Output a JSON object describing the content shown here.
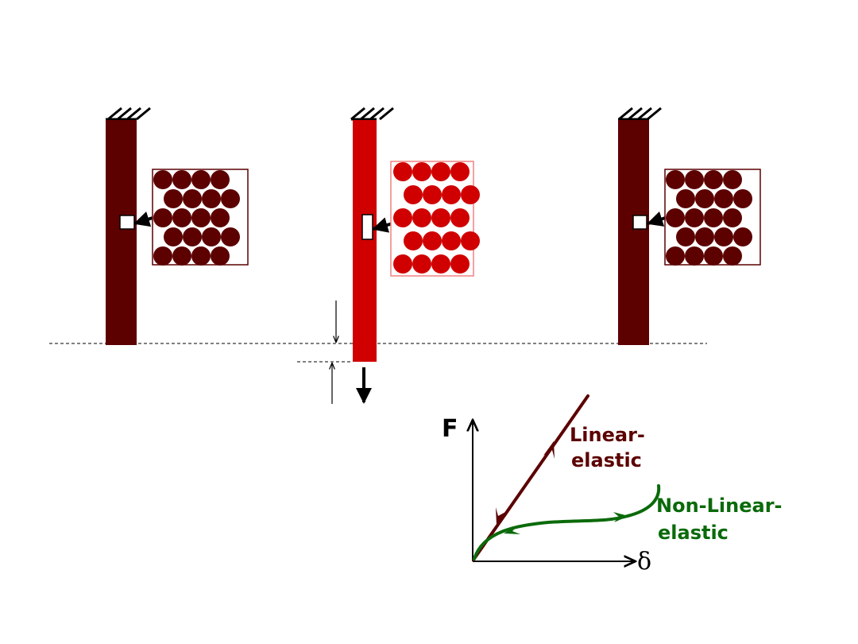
{
  "axes": {
    "y_label": "F",
    "x_label": "δ"
  },
  "curves": {
    "linear": {
      "label_line1": "Linear-",
      "label_line2": "elastic"
    },
    "nonlinear": {
      "label_line1": "Non-Linear-",
      "label_line2": "elastic"
    }
  },
  "colors": {
    "bar_dark": "#5c0000",
    "bar_loaded": "#d00000",
    "linear_curve": "#5c0000",
    "nonlinear_curve": "#0a6a0a",
    "axis": "#000000"
  }
}
